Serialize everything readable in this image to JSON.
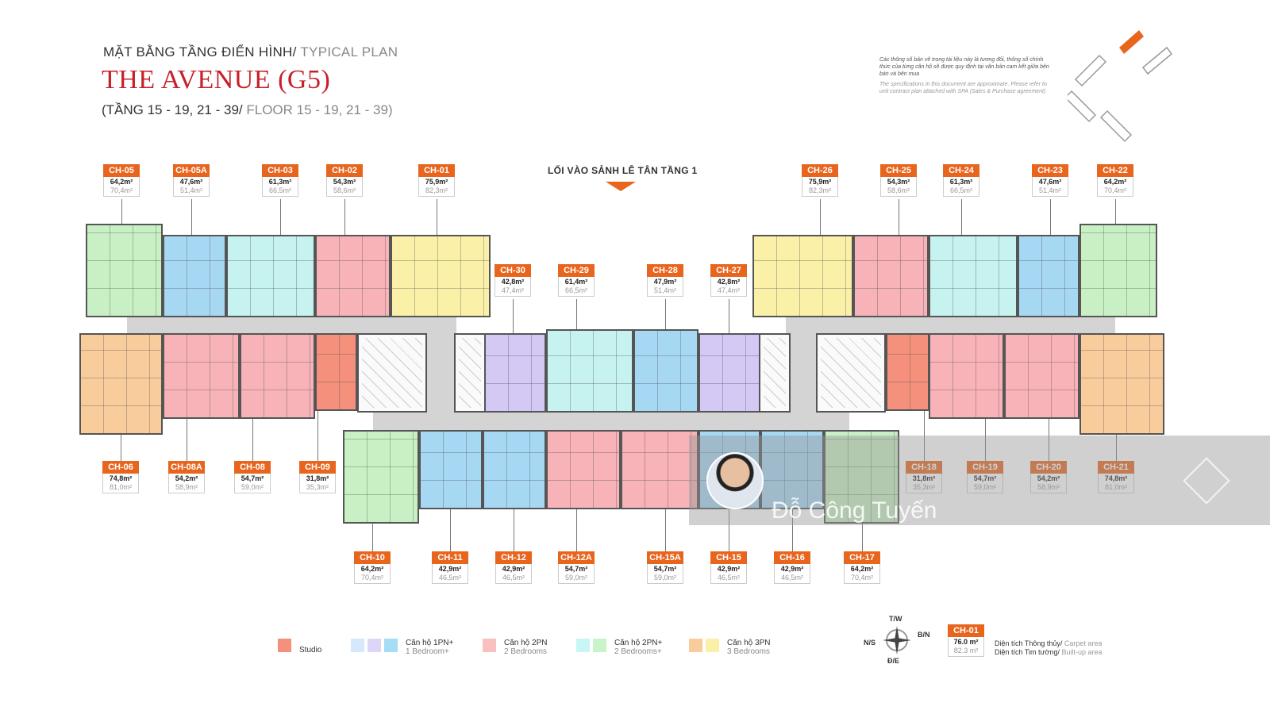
{
  "header": {
    "title_vi": "MẶT BẰNG TẦNG ĐIỂN HÌNH/",
    "title_en": "TYPICAL PLAN",
    "project": "THE AVENUE (G5)",
    "floors_vi": "(TẦNG 15 - 19, 21 - 39/",
    "floors_en": "FLOOR 15 - 19, 21 - 39)"
  },
  "note": {
    "vi": "Các thông số bản vẽ trong tài liệu này là tương đối, thông số chính thức của từng căn hộ sẽ được quy định tại văn bản cam kết giữa bên bán và bên mua",
    "en": "The specifications in this document are approximate. Please refer to unit contract plan attached with SPA (Sales & Purchase agreement)"
  },
  "entrance": "LỐI VÀO SẢNH LỄ TÂN TẦNG 1",
  "units": [
    {
      "id": "CH-05",
      "carpet": "64,2m²",
      "built": "70,4m²",
      "type": "2PN+",
      "color": "#c9f0c4"
    },
    {
      "id": "CH-05A",
      "carpet": "47,6m²",
      "built": "51,4m²",
      "type": "1PN+",
      "color": "#a6d8f4"
    },
    {
      "id": "CH-03",
      "carpet": "61,3m²",
      "built": "66,5m²",
      "type": "2PN+",
      "color": "#c6f3f0"
    },
    {
      "id": "CH-02",
      "carpet": "54,3m²",
      "built": "58,6m²",
      "type": "2PN",
      "color": "#f7b3b8"
    },
    {
      "id": "CH-01",
      "carpet": "75,9m²",
      "built": "82,3m²",
      "type": "3PN",
      "color": "#faf0a8"
    },
    {
      "id": "CH-30",
      "carpet": "42,8m²",
      "built": "47,4m²",
      "type": "1PN+",
      "color": "#d4c8f5"
    },
    {
      "id": "CH-29",
      "carpet": "61,4m²",
      "built": "66,5m²",
      "type": "2PN+",
      "color": "#c6f3f0"
    },
    {
      "id": "CH-28",
      "carpet": "47,9m²",
      "built": "51,4m²",
      "type": "1PN+",
      "color": "#a6d8f4"
    },
    {
      "id": "CH-27",
      "carpet": "42,8m²",
      "built": "47,4m²",
      "type": "1PN+",
      "color": "#d4c8f5"
    },
    {
      "id": "CH-26",
      "carpet": "75,9m²",
      "built": "82,3m²",
      "type": "3PN",
      "color": "#faf0a8"
    },
    {
      "id": "CH-25",
      "carpet": "54,3m²",
      "built": "58,6m²",
      "type": "2PN",
      "color": "#f7b3b8"
    },
    {
      "id": "CH-24",
      "carpet": "61,3m²",
      "built": "66,5m²",
      "type": "2PN+",
      "color": "#c6f3f0"
    },
    {
      "id": "CH-23",
      "carpet": "47,6m²",
      "built": "51,4m²",
      "type": "1PN+",
      "color": "#a6d8f4"
    },
    {
      "id": "CH-22",
      "carpet": "64,2m²",
      "built": "70,4m²",
      "type": "2PN+",
      "color": "#c9f0c4"
    },
    {
      "id": "CH-06",
      "carpet": "74,8m²",
      "built": "81,0m²",
      "type": "3PN",
      "color": "#f9cc9c"
    },
    {
      "id": "CH-08A",
      "carpet": "54,2m²",
      "built": "58,9m²",
      "type": "2PN",
      "color": "#f7b3b8"
    },
    {
      "id": "CH-08",
      "carpet": "54,7m²",
      "built": "59,0m²",
      "type": "2PN",
      "color": "#f7b3b8"
    },
    {
      "id": "CH-09",
      "carpet": "31,8m²",
      "built": "35,3m²",
      "type": "Studio",
      "color": "#f4907c"
    },
    {
      "id": "CH-18",
      "carpet": "31,8m²",
      "built": "35,3m²",
      "type": "Studio",
      "color": "#f4907c"
    },
    {
      "id": "CH-19",
      "carpet": "54,7m²",
      "built": "59,0m²",
      "type": "2PN",
      "color": "#f7b3b8"
    },
    {
      "id": "CH-20",
      "carpet": "54,2m²",
      "built": "58,9m²",
      "type": "2PN",
      "color": "#f7b3b8"
    },
    {
      "id": "CH-21",
      "carpet": "74,8m²",
      "built": "81,0m²",
      "type": "3PN",
      "color": "#f9cc9c"
    },
    {
      "id": "CH-10",
      "carpet": "64,2m²",
      "built": "70,4m²",
      "type": "2PN+",
      "color": "#c9f0c4"
    },
    {
      "id": "CH-11",
      "carpet": "42,9m²",
      "built": "46,5m²",
      "type": "1PN+",
      "color": "#a6d8f4"
    },
    {
      "id": "CH-12",
      "carpet": "42,9m²",
      "built": "46,5m²",
      "type": "1PN+",
      "color": "#a6d8f4"
    },
    {
      "id": "CH-12A",
      "carpet": "54,7m²",
      "built": "59,0m²",
      "type": "2PN",
      "color": "#f7b3b8"
    },
    {
      "id": "CH-15A",
      "carpet": "54,7m²",
      "built": "59,0m²",
      "type": "2PN",
      "color": "#f7b3b8"
    },
    {
      "id": "CH-15",
      "carpet": "42,9m²",
      "built": "46,5m²",
      "type": "1PN+",
      "color": "#a6d8f4"
    },
    {
      "id": "CH-16",
      "carpet": "42,9m²",
      "built": "46,5m²",
      "type": "1PN+",
      "color": "#a6d8f4"
    },
    {
      "id": "CH-17",
      "carpet": "64,2m²",
      "built": "70,4m²",
      "type": "2PN+",
      "color": "#c9f0c4"
    }
  ],
  "legend": [
    {
      "vi": "Studio",
      "en": "",
      "colors": [
        "#f4907c"
      ]
    },
    {
      "vi": "Căn hộ 1PN+",
      "en": "1 Bedroom+",
      "colors": [
        "#d6e8fb",
        "#ddd6f7",
        "#a6dcf4"
      ]
    },
    {
      "vi": "Căn hộ 2PN",
      "en": "2 Bedrooms",
      "colors": [
        "#f9c0c0"
      ]
    },
    {
      "vi": "Căn hộ 2PN+",
      "en": "2 Bedrooms+",
      "colors": [
        "#c8f6f4",
        "#c9f3c8"
      ]
    },
    {
      "vi": "Căn hộ 3PN",
      "en": "3 Bedrooms",
      "colors": [
        "#f9cc9c",
        "#faf0a8"
      ]
    }
  ],
  "compass": {
    "w": "T/W",
    "e": "Đ/E",
    "s": "N/S",
    "n": "B/N"
  },
  "key": {
    "id": "CH-01",
    "carpet": "76.0 m²",
    "built": "82.3 m²",
    "carpet_label_vi": "Diện tích Thông thủy/",
    "carpet_label_en": "Carpet area",
    "built_label_vi": "Diện tích Tim tường/",
    "built_label_en": "Built-up area"
  },
  "watermark": {
    "name": "Đỗ Công Tuyến"
  },
  "colors": {
    "accent": "#e8651e",
    "title": "#c8202a"
  }
}
